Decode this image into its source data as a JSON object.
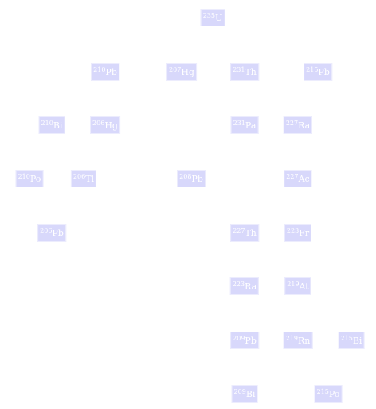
{
  "nodes": [
    {
      "id": "u235",
      "mass": "235",
      "symbol": "U"
    },
    {
      "id": "pb210",
      "mass": "210",
      "symbol": "Pb"
    },
    {
      "id": "hg207",
      "mass": "207",
      "symbol": "Hg"
    },
    {
      "id": "th231",
      "mass": "231",
      "symbol": "Th"
    },
    {
      "id": "pb215",
      "mass": "215",
      "symbol": "Pb"
    },
    {
      "id": "bi210",
      "mass": "210",
      "symbol": "Bi"
    },
    {
      "id": "hg206",
      "mass": "206",
      "symbol": "Hg"
    },
    {
      "id": "pa231",
      "mass": "231",
      "symbol": "Pa"
    },
    {
      "id": "ra227",
      "mass": "227",
      "symbol": "Ra"
    },
    {
      "id": "po210",
      "mass": "210",
      "symbol": "Po"
    },
    {
      "id": "tl206",
      "mass": "206",
      "symbol": "Tl"
    },
    {
      "id": "pb208",
      "mass": "208",
      "symbol": "Pb"
    },
    {
      "id": "ac227",
      "mass": "227",
      "symbol": "Ac"
    },
    {
      "id": "pb206",
      "mass": "206",
      "symbol": "Pb"
    },
    {
      "id": "th227",
      "mass": "227",
      "symbol": "Th"
    },
    {
      "id": "fr223",
      "mass": "223",
      "symbol": "Fr"
    },
    {
      "id": "ra223",
      "mass": "223",
      "symbol": "Ra"
    },
    {
      "id": "at219",
      "mass": "219",
      "symbol": "At"
    },
    {
      "id": "pb209",
      "mass": "209",
      "symbol": "Pb"
    },
    {
      "id": "rn219",
      "mass": "219",
      "symbol": "Rn"
    },
    {
      "id": "bi215",
      "mass": "215",
      "symbol": "Bi"
    },
    {
      "id": "bi209",
      "mass": "209",
      "symbol": "Bi"
    },
    {
      "id": "po215",
      "mass": "215",
      "symbol": "Po"
    }
  ]
}
